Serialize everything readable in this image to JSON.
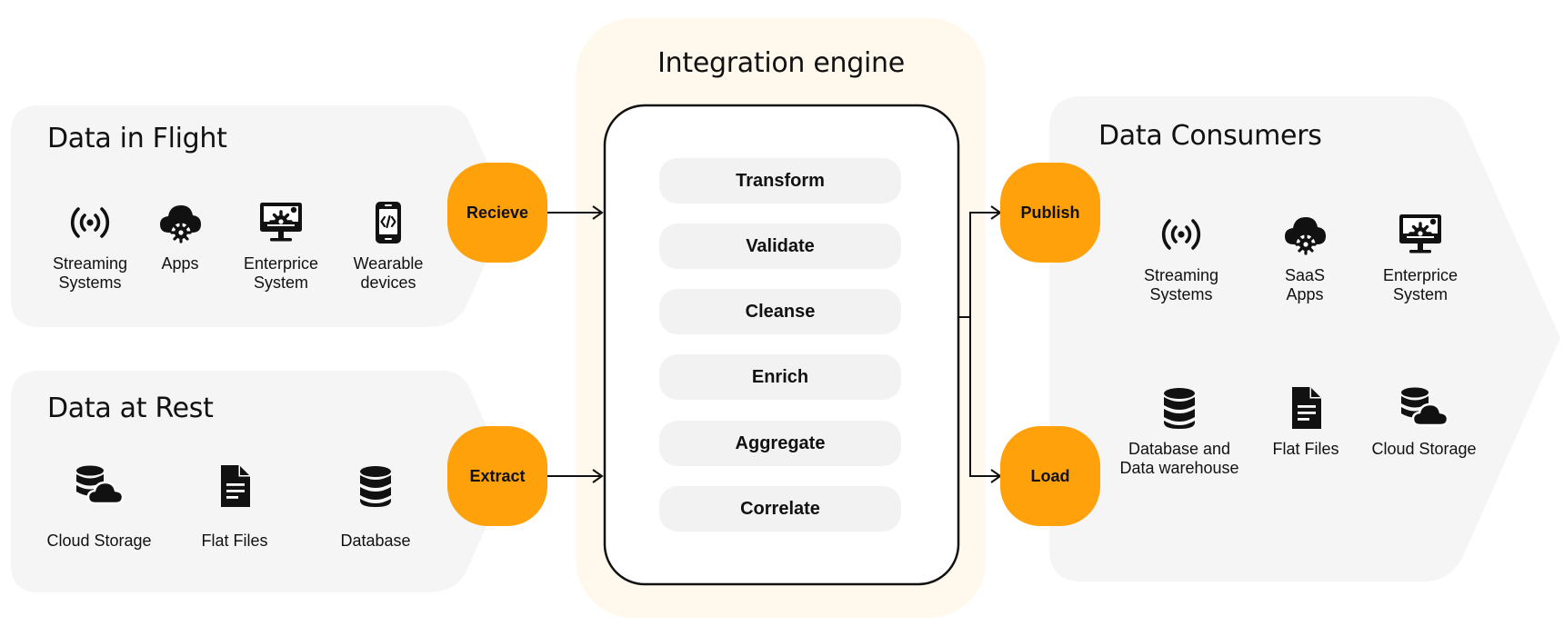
{
  "colors": {
    "panel": "#f5f5f5",
    "engine_bg": "#fff8ec",
    "accent": "#ffa10a",
    "pill": "#f2f2f2",
    "text": "#111111"
  },
  "engine": {
    "title": "Integration engine",
    "steps": [
      "Transform",
      "Validate",
      "Cleanse",
      "Enrich",
      "Aggregate",
      "Correlate"
    ]
  },
  "in_flight": {
    "title": "Data in Flight",
    "items": [
      {
        "label": "Streaming\nSystems",
        "icon": "broadcast-icon"
      },
      {
        "label": "Apps",
        "icon": "cloud-gear-icon"
      },
      {
        "label": "Enterprice\nSystem",
        "icon": "monitor-gear-icon"
      },
      {
        "label": "Wearable\ndevices",
        "icon": "smartphone-code-icon"
      }
    ]
  },
  "at_rest": {
    "title": "Data at Rest",
    "items": [
      {
        "label": "Cloud Storage",
        "icon": "database-cloud-icon"
      },
      {
        "label": "Flat Files",
        "icon": "file-icon"
      },
      {
        "label": "Database",
        "icon": "database-icon"
      }
    ]
  },
  "consumers": {
    "title": "Data Consumers",
    "items": [
      {
        "label": "Streaming\nSystems",
        "icon": "broadcast-icon"
      },
      {
        "label": "SaaS\nApps",
        "icon": "cloud-gear-icon"
      },
      {
        "label": "Enterprice\nSystem",
        "icon": "monitor-gear-icon"
      },
      {
        "label": "Database and\nData warehouse",
        "icon": "database-icon"
      },
      {
        "label": "Flat Files",
        "icon": "file-icon"
      },
      {
        "label": "Cloud Storage",
        "icon": "database-cloud-icon"
      }
    ]
  },
  "actions": {
    "receive": "Recieve",
    "extract": "Extract",
    "publish": "Publish",
    "load": "Load"
  }
}
